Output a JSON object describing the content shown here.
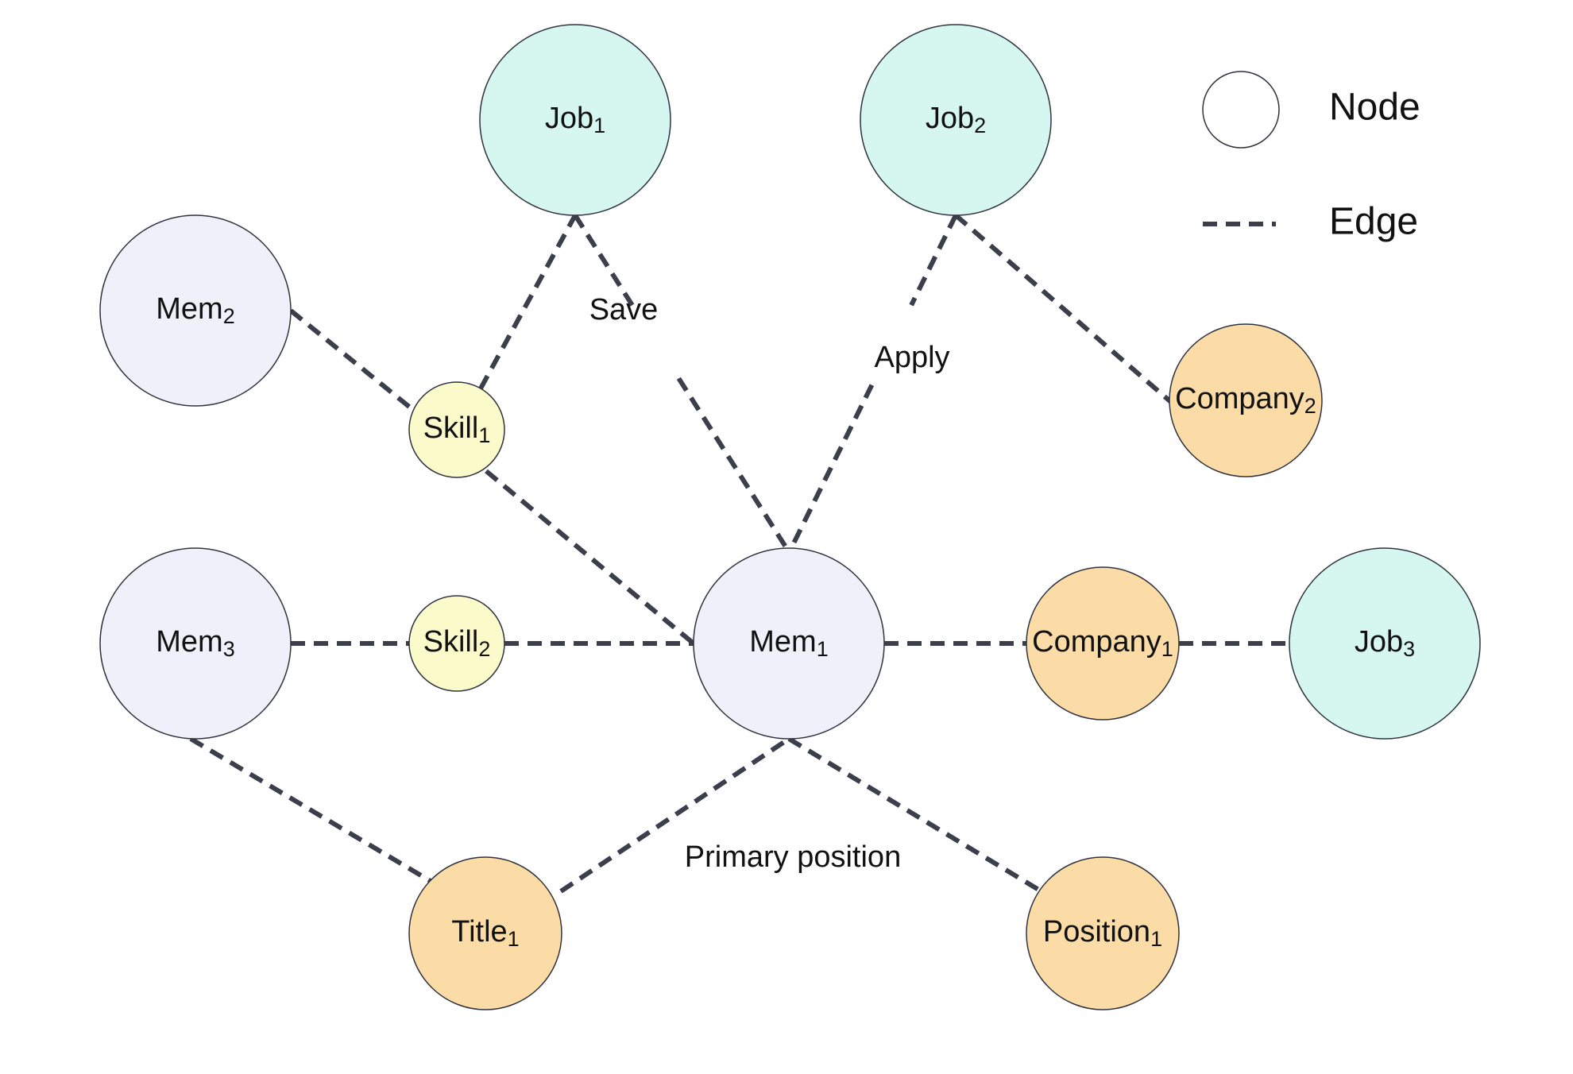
{
  "colors": {
    "job": "#d5f7f0",
    "member": "#f0f0fb",
    "skill": "#fbfacb",
    "entity": "#fcdca6",
    "edge": "#3a3f4b",
    "node_stroke": "#2f3340"
  },
  "nodes": [
    {
      "id": "job1",
      "base": "Job",
      "sub": "1",
      "type": "job"
    },
    {
      "id": "job2",
      "base": "Job",
      "sub": "2",
      "type": "job"
    },
    {
      "id": "job3",
      "base": "Job",
      "sub": "3",
      "type": "job"
    },
    {
      "id": "mem1",
      "base": "Mem",
      "sub": "1",
      "type": "member"
    },
    {
      "id": "mem2",
      "base": "Mem",
      "sub": "2",
      "type": "member"
    },
    {
      "id": "mem3",
      "base": "Mem",
      "sub": "3",
      "type": "member"
    },
    {
      "id": "skill1",
      "base": "Skill",
      "sub": "1",
      "type": "skill"
    },
    {
      "id": "skill2",
      "base": "Skill",
      "sub": "2",
      "type": "skill"
    },
    {
      "id": "company1",
      "base": "Company",
      "sub": "1",
      "type": "entity"
    },
    {
      "id": "company2",
      "base": "Company",
      "sub": "2",
      "type": "entity"
    },
    {
      "id": "title1",
      "base": "Title",
      "sub": "1",
      "type": "entity"
    },
    {
      "id": "position1",
      "base": "Position",
      "sub": "1",
      "type": "entity"
    }
  ],
  "edges": [
    {
      "from": "mem2",
      "to": "skill1"
    },
    {
      "from": "skill1",
      "to": "job1"
    },
    {
      "from": "skill1",
      "to": "mem1"
    },
    {
      "from": "job1",
      "to": "mem1",
      "label": "Save"
    },
    {
      "from": "job2",
      "to": "mem1",
      "label": "Apply"
    },
    {
      "from": "job2",
      "to": "company2"
    },
    {
      "from": "mem3",
      "to": "skill2"
    },
    {
      "from": "skill2",
      "to": "mem1"
    },
    {
      "from": "mem1",
      "to": "company1"
    },
    {
      "from": "company1",
      "to": "job3"
    },
    {
      "from": "mem3",
      "to": "title1"
    },
    {
      "from": "title1",
      "to": "mem1"
    },
    {
      "from": "mem1",
      "to": "position1"
    }
  ],
  "edge_labels": {
    "save": "Save",
    "apply": "Apply",
    "primary_position": "Primary position"
  },
  "legend": {
    "node_label": "Node",
    "edge_label": "Edge"
  }
}
